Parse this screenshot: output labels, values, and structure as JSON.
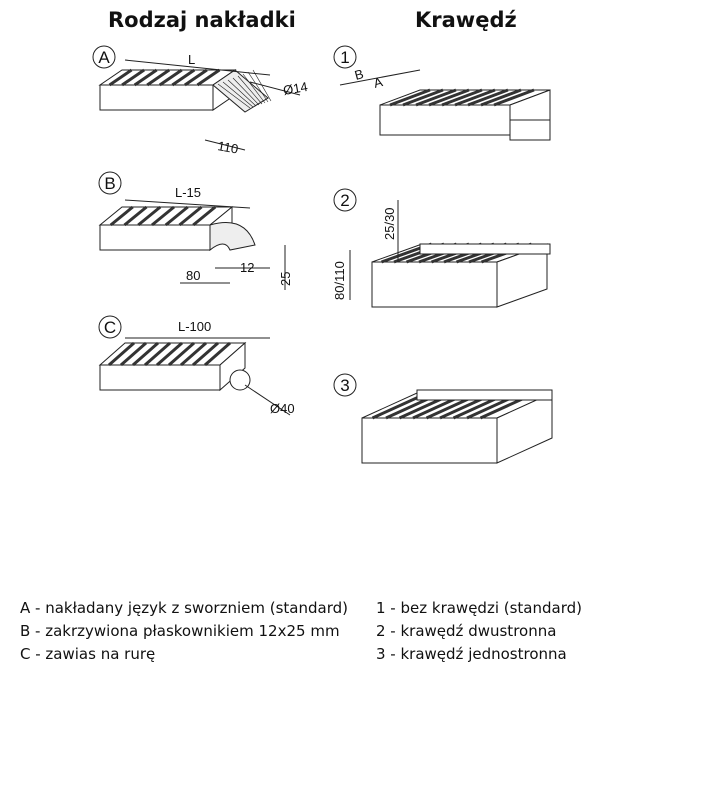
{
  "titles": {
    "left": "Rodzaj nakładki",
    "right": "Krawędź"
  },
  "markers": {
    "a": "A",
    "b": "B",
    "c": "C",
    "one": "1",
    "two": "2",
    "three": "3"
  },
  "dimensions": {
    "a_length": "L",
    "a_pin": "Ø14",
    "a_tongue": "110",
    "b_length": "L-15",
    "b_80": "80",
    "b_12": "12",
    "b_25": "25",
    "c_length": "L-100",
    "c_pipe": "Ø40",
    "e1_b": "B",
    "e1_a": "A",
    "e2_edge": "25/30",
    "e2_height": "80/110"
  },
  "legend": {
    "left": [
      "A - nakładany język z sworzniem (standard)",
      "B - zakrzywiona płaskownikiem 12x25 mm",
      "C - zawias na rurę"
    ],
    "right": [
      "1 - bez krawędzi (standard)",
      "2 - krawędź dwustronna",
      "3 - krawędź jednostronna"
    ]
  }
}
